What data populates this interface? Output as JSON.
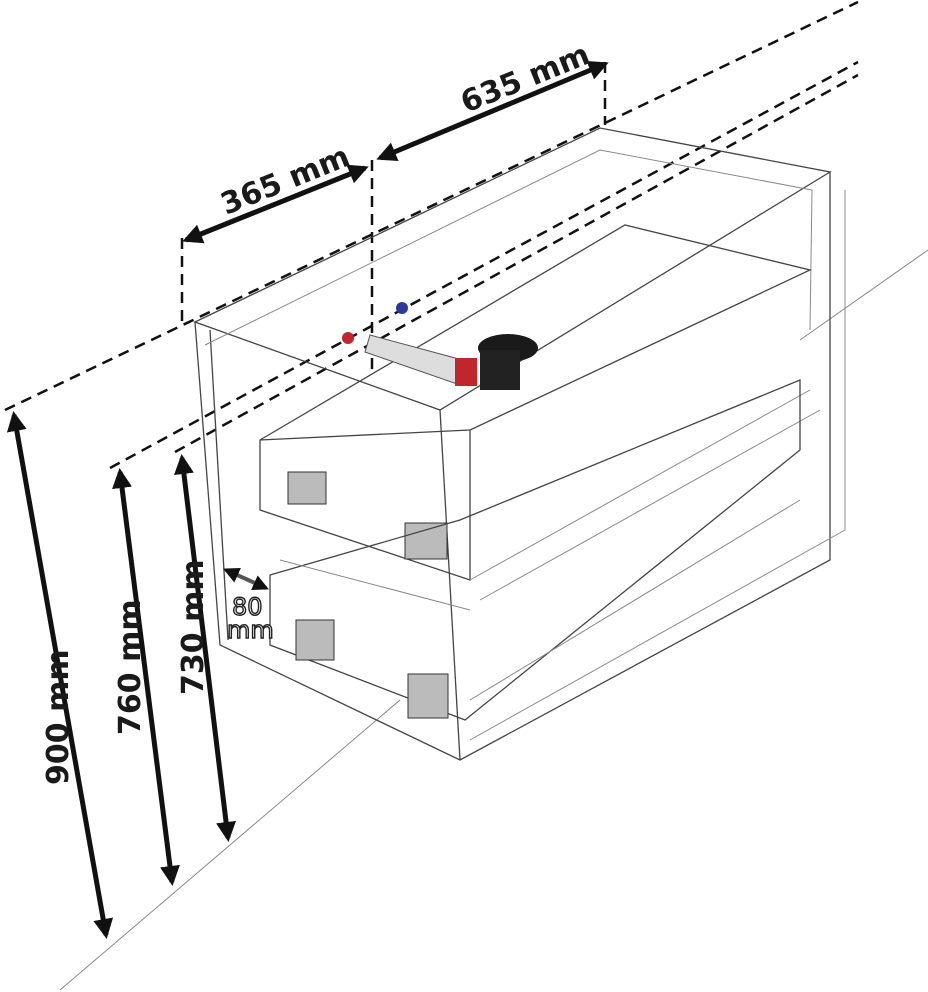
{
  "dimensions": {
    "width_left": "365 mm",
    "width_right": "635 mm",
    "height_top": "900 mm",
    "height_mid": "760 mm",
    "height_low": "730 mm",
    "offset_value": "80",
    "offset_unit": "mm"
  },
  "colors": {
    "hot_valve": "#c0262b",
    "cold_valve": "#2a3a9a",
    "siphon": "#1a1a1a"
  }
}
